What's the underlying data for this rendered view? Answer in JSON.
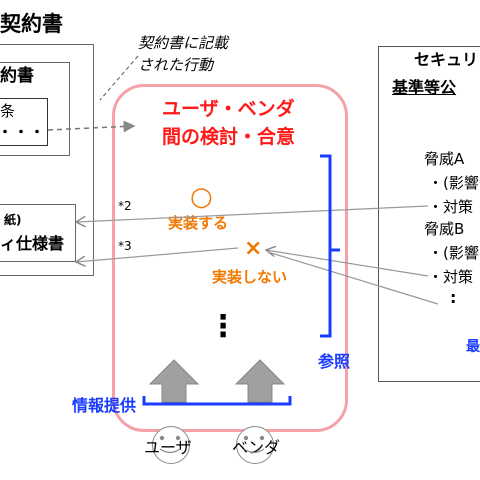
{
  "left": {
    "title": "契約書",
    "inner_title": "約書",
    "inner_line1": "条",
    "inner_dots": "・・・",
    "paper_label": "紙)",
    "spec_label": "ィ仕様書"
  },
  "note": {
    "line1": "契約書に記載",
    "line2": "された行動"
  },
  "center": {
    "title_line1": "ユーザ・ベンダ",
    "title_line2": "間の検討・合意",
    "circle_mark": "○",
    "implement": "実装する",
    "cross_mark": "×",
    "not_implement": "実装しない",
    "vdots": "⋮",
    "ref_label": "参照",
    "info_label": "情報提供",
    "user_label": "ユーザ",
    "vendor_label": "ベンダ",
    "note_2": "*2",
    "note_3": "*3"
  },
  "right": {
    "title_line1": "セキュリ",
    "title_line2": "基準等公",
    "threat_a": "脅威A",
    "a_item1": "・(影響",
    "a_item2": "・対策",
    "threat_b": "脅威B",
    "b_item1": "・(影響",
    "b_item2": "・対策",
    "colon": ":",
    "bottom_char": "最"
  },
  "colors": {
    "red": "#ff1a1a",
    "orange": "#f07800",
    "blue": "#1a3cff",
    "pink_border": "#f6a0a8",
    "gray_arrow": "#a0a0a0"
  }
}
